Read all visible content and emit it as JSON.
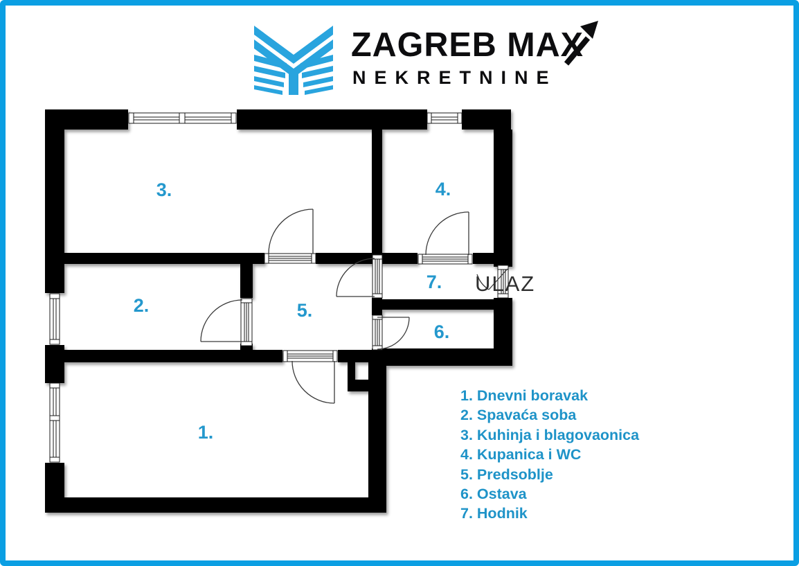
{
  "logo": {
    "title": "ZAGREB MAX",
    "subtitle": "NEKRETNINE",
    "icon": "striped-m-monogram",
    "brand_blue": "#29a4de",
    "text_color": "#0d0d0f"
  },
  "floor_plan": {
    "entrance_label": "ULAZ",
    "room_numbers": [
      "1.",
      "2.",
      "3.",
      "4.",
      "5.",
      "6.",
      "7."
    ],
    "room_number_color": "#2498cd",
    "wall_color": "#000000",
    "features": [
      "windows",
      "door-swings",
      "entrance-door"
    ]
  },
  "legend": {
    "items": [
      "1. Dnevni boravak",
      "2. Spavaća soba",
      "3. Kuhinja i blagovaonica",
      "4. Kupanica i WC",
      "5. Predsoblje",
      "6. Ostava",
      "7. Hodnik"
    ],
    "text_color": "#1e93c8"
  },
  "frame": {
    "border_color": "#0b9fe3"
  }
}
